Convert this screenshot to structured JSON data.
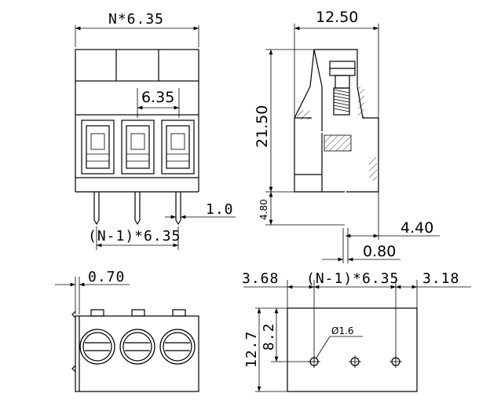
{
  "front_view": {
    "overall_width_label": "N*6.35",
    "pitch_label": "6.35",
    "pin_width_label": "1.0",
    "pin_span_label": "(N-1)*6.35"
  },
  "side_view": {
    "width_label": "12.50",
    "height_label": "21.50",
    "pin_length_label": "4.80",
    "pin_offset_label": "4.40",
    "pin_thickness_label": "0.80"
  },
  "top_view": {
    "offset_label": "0.70"
  },
  "pcb_layout": {
    "left_margin_label": "3.68",
    "pin_span_label": "(N-1)*6.35",
    "right_margin_label": "3.18",
    "depth_label": "12.7",
    "hole_row_label": "8.2",
    "hole_diameter_label": "Ø1.6"
  }
}
